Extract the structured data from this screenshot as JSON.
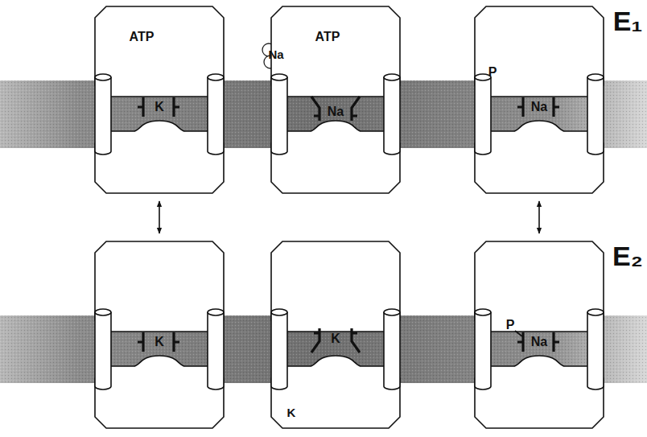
{
  "diagram": {
    "nodes": [
      {
        "text": [
          "ATP",
          "K"
        ]
      },
      {
        "text": [
          "ATP",
          "Na"
        ]
      },
      {
        "text": [
          "P",
          "Na"
        ]
      },
      {
        "text": [
          "K"
        ]
      },
      {
        "text": [
          "K"
        ]
      },
      {
        "text": [
          "P",
          "Na"
        ]
      }
    ],
    "edges": [
      {
        "from": 0,
        "to": 3,
        "arrow": "both"
      },
      {
        "from": 2,
        "to": 5,
        "arrow": "both"
      }
    ],
    "labels": [
      "E₁",
      "E₂",
      "Na",
      "K"
    ]
  }
}
